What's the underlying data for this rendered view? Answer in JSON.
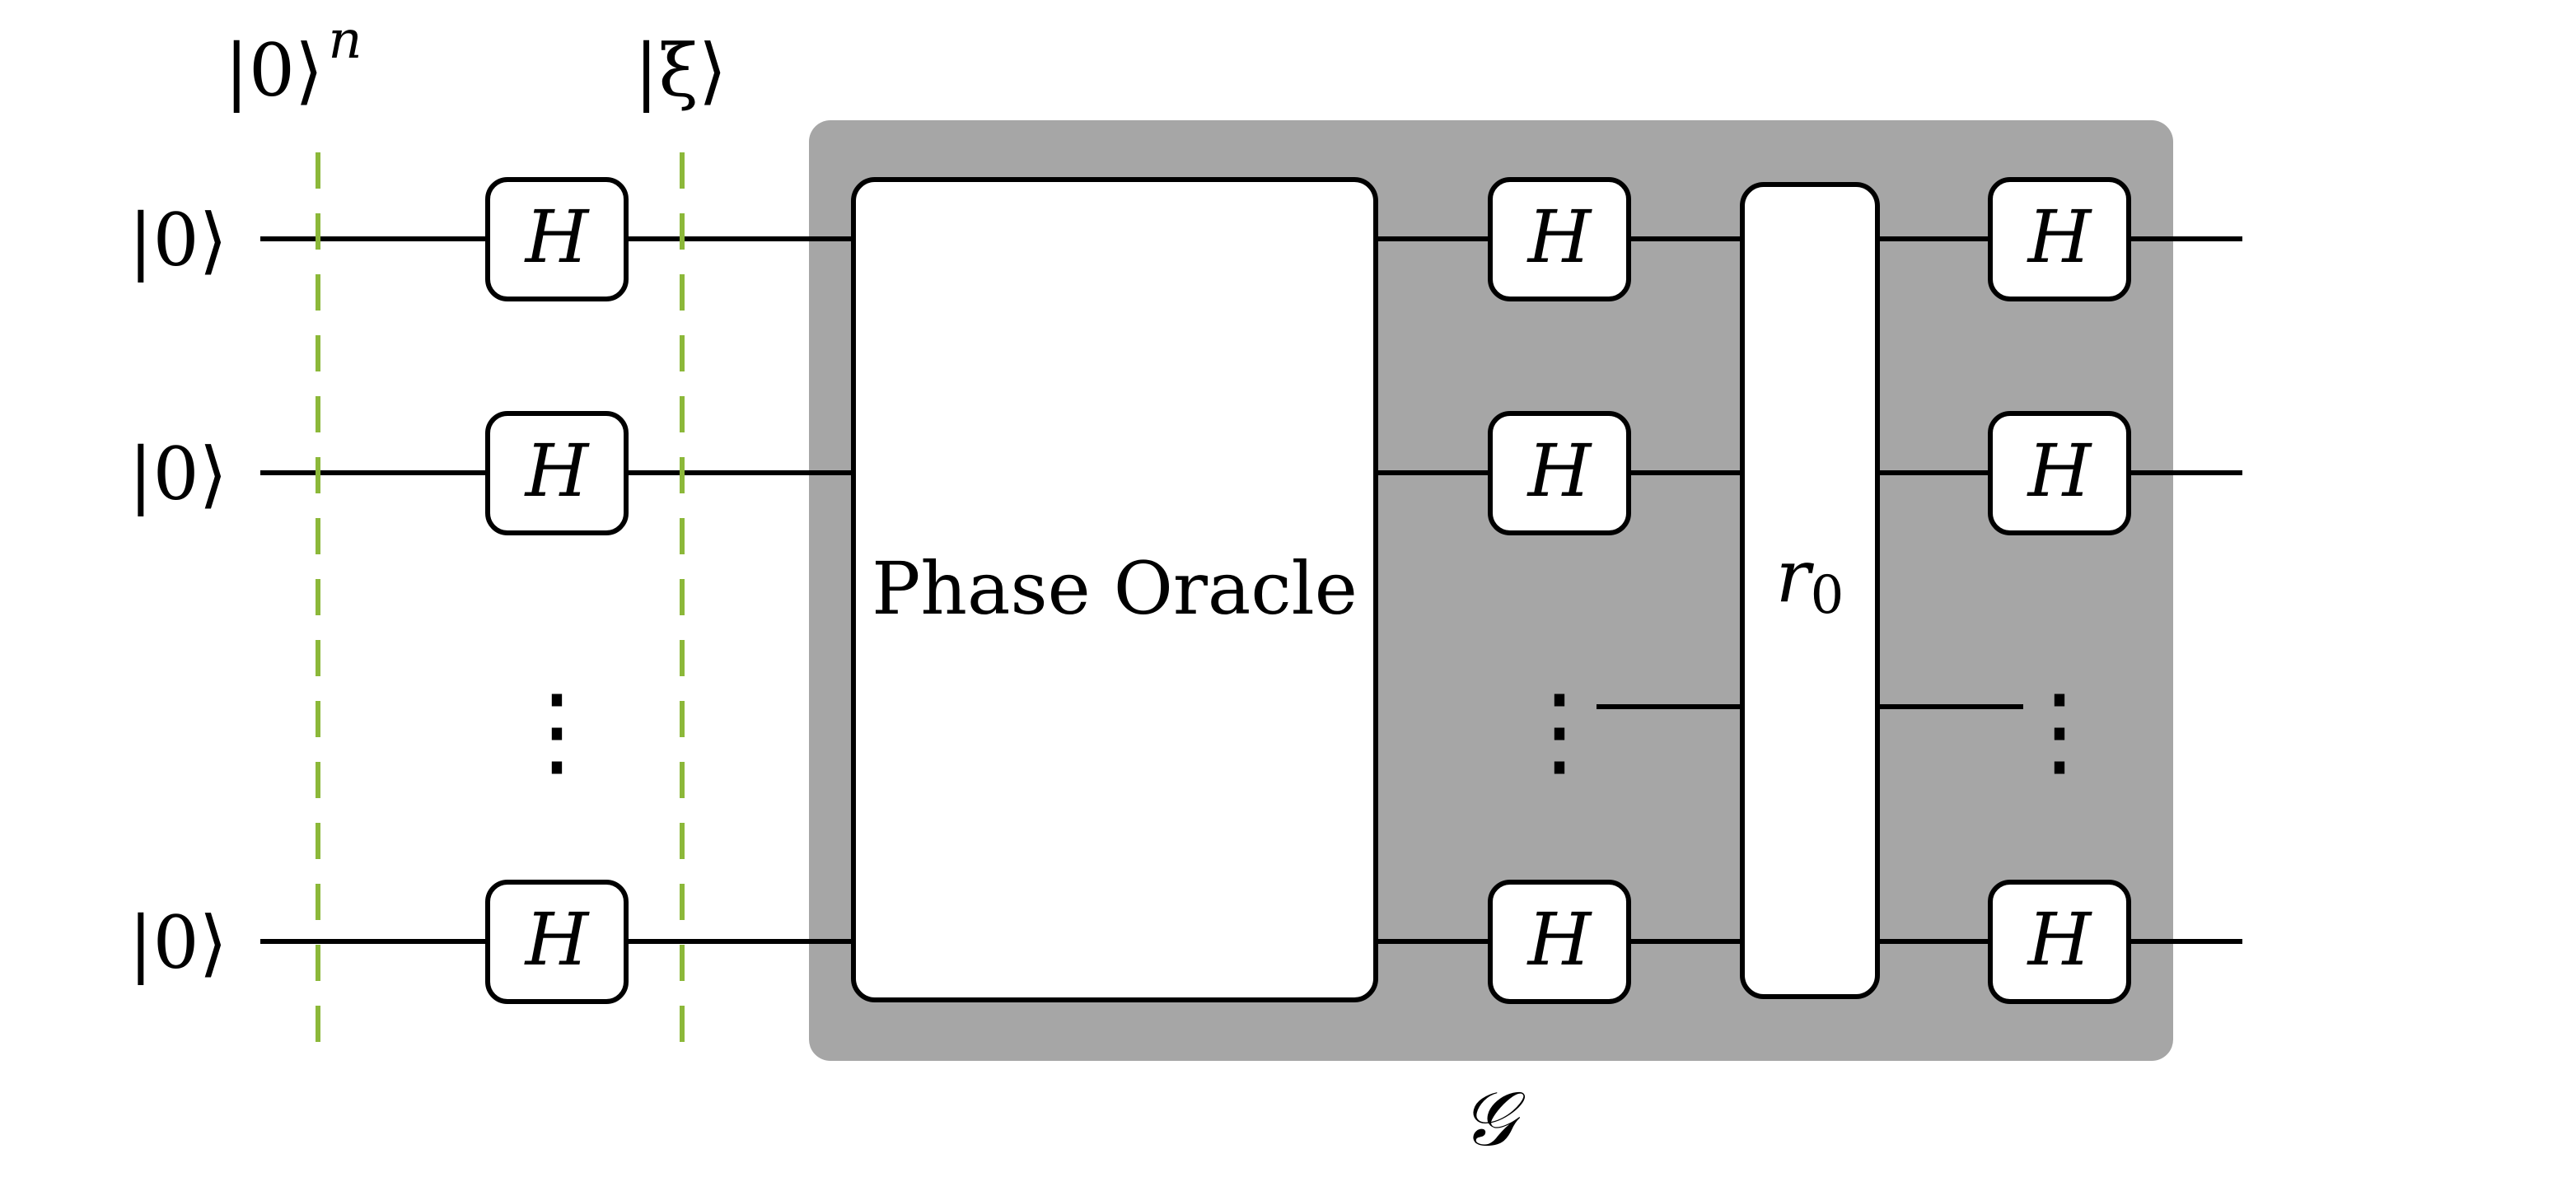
{
  "barriers": {
    "first": "|0⟩",
    "first_exponent": "n",
    "second": "|ξ⟩"
  },
  "inputs": [
    {
      "ket": "|0⟩"
    },
    {
      "ket": "|0⟩"
    },
    {
      "ket": "|0⟩"
    }
  ],
  "gates": {
    "hadamard": "H",
    "oracle": "Phase Oracle",
    "reflection": "r",
    "reflection_subscript": "0",
    "grover": "𝒢"
  },
  "ellipsis": "⋮",
  "colors": {
    "grover_background": "#a6a6a6",
    "barrier": "#8cb83a",
    "wire": "#000000",
    "box_fill": "#ffffff"
  }
}
